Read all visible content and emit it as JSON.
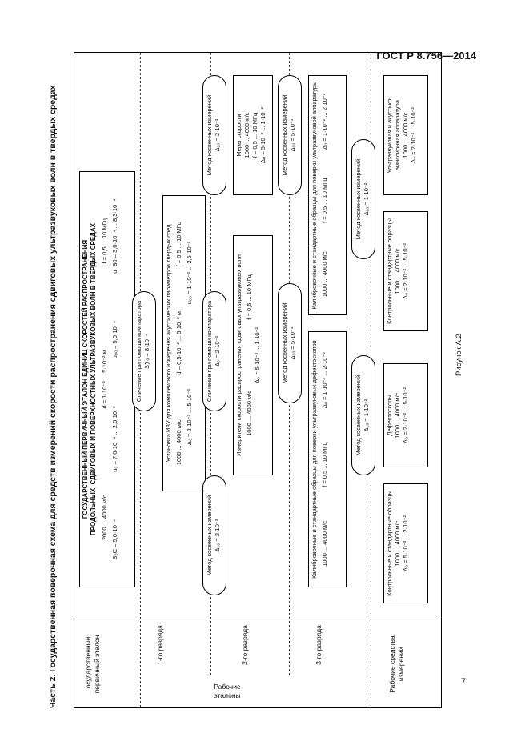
{
  "header": {
    "standard": "ГОСТ Р 8.756—2014"
  },
  "page_number": "7",
  "caption": "Часть 2. Государственная поверочная схема для средств измерений скорости распространения сдвиговых ультразвуковых волн в твердых средах",
  "figure_label": "Рисунок А.2",
  "side_labels": {
    "primary": "Государственный первичный эталон",
    "working_standards": "Рабочие эталоны",
    "level1": "1-го разряда",
    "level2": "2-го разряда",
    "level3": "3-го разряда",
    "working_instruments": "Рабочие средства измерений"
  },
  "primary": {
    "title1": "ГОСУДАРСТВЕННЫЙ ПЕРВИЧНЫЙ ЭТАЛОН ЕДИНИЦ СКОРОСТЕЙ РАСПРОСТРАНЕНИЯ",
    "title2": "ПРОДОЛЬНЫХ, СДВИГОВЫХ И ПОВЕРХНОСТНЫХ УЛЬТРАЗВУКОВЫХ ВОЛН В ТВЕРДЫХ СРЕДАХ",
    "range": "2000 ... 4000 м/с",
    "s": "S₀С = 5,0·10⁻⁴",
    "u": "u₀ = 7,0·10⁻⁴ ... 2,0·10⁻³",
    "d": "d = 1·10⁻² ... 5·10⁻² м",
    "f": "f = 0,5 ... 10 МГц",
    "uad": "u₀₀ = 5,0·10⁻⁴",
    "ub": "u_B0 = 3,0·10⁻⁴ ... 8,3·10⁻⁴"
  },
  "comparator1": {
    "title": "Сличение при помощи компаратора",
    "value": "S∑₀ = 8·10⁻⁴"
  },
  "level1_box": {
    "title": "Установка ИЗУ для комплексного измерения акустических параметров твердых сред",
    "range": "1000 ... 4000 м/с",
    "d": "d = 0,5·10⁻² ... 5·10⁻² м",
    "f": "f = 0,5 ... 10 МГц",
    "delta": "Δ₀ = 2·10⁻³ ... 5·10⁻³",
    "u": "u₀₀ = 1·10⁻³ ... 2,5·10⁻³"
  },
  "indirect_l1_left": {
    "title": "Метод косвенных измерений",
    "value": "Δ₁₀ = 2·10⁻³"
  },
  "indirect_l1_right": {
    "title": "Метод косвенных измерений",
    "value": "Δ₁₀ = 2·10⁻³"
  },
  "comparator2": {
    "title": "Сличение при помощи компаратора",
    "value": "Δ₀ = 2·10⁻³"
  },
  "level2_meter": {
    "title": "Измерители скорости распространения сдвиговых ультразвуковых волн",
    "range": "1000 ... 4000 м/с",
    "f": "f = 0,5 ... 10 МГц",
    "delta": "Δ₀ = 5·10⁻³ ... 1·10⁻²"
  },
  "level2_measures": {
    "title": "Меры скорости",
    "range": "1000 ... 4000 м/с",
    "f": "f = 0,5 ... 10 МГц",
    "delta": "Δ₀ = 5·10⁻³ ... 1·10⁻²"
  },
  "indirect_l2_left": {
    "title": "Метод косвенных измерений",
    "value": "Δ₁₀ = 5·10⁻³"
  },
  "indirect_l2_right": {
    "title": "Метод косвенных измерений",
    "value": "Δ₁₀ = 5·10⁻³"
  },
  "level3_left": {
    "title": "Калибровочные и стандартные образцы для поверки ультразвуковых дефектоскопов",
    "range": "1000 ... 4000 м/с",
    "f": "f = 0,5 ... 10 МГц",
    "delta": "Δ₀ = 1·10⁻² ... 2·10⁻²"
  },
  "level3_right": {
    "title": "Калибровочные и стандартные образцы для поверки ультразвуковой аппаратуры",
    "range": "1000 ... 4000 м/с",
    "f": "f = 0,5 ... 10 МГц",
    "delta": "Δ₀ = 1·10⁻² ... 2·10⁻²"
  },
  "indirect_l3_left": {
    "title": "Метод косвенных измерений",
    "value": "Δ₁₀ = 1·10⁻²"
  },
  "indirect_l3_right": {
    "title": "Метод косвенных измерений",
    "value": "Δ₁₀ = 1·10⁻²"
  },
  "work1": {
    "title": "Контрольные и стандартные образцы",
    "range": "1000 ... 4000 м/с",
    "delta": "Δ₀ = 5·10⁻³ ... 2·10⁻²"
  },
  "work2": {
    "title": "Дефектоскопы",
    "range": "1000 ... 4000 м/с",
    "delta": "Δ₀ = 2·10⁻² ... 5·10⁻²"
  },
  "work3": {
    "title": "Контрольные и стандартные образцы",
    "range": "1000 ... 4000 м/с",
    "delta": "Δ₀ = 2·10⁻² ... 5·10⁻²"
  },
  "work4": {
    "title": "Ультразвуковая и акустико-эмиссионная аппаратура",
    "range": "1000 ... 4000 м/с",
    "delta": "Δ₀ = 2·10⁻² ... 5·10⁻²"
  }
}
